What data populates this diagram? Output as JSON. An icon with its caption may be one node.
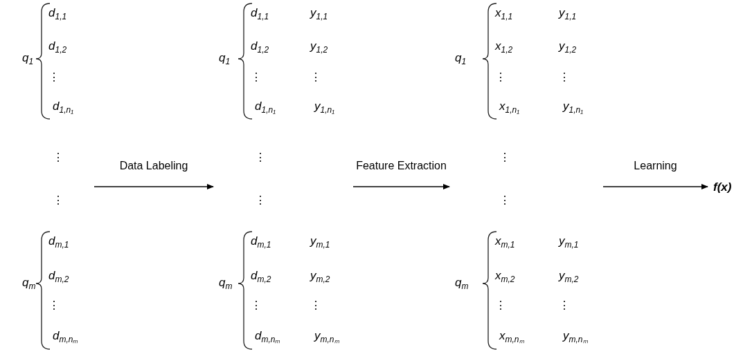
{
  "diagram": {
    "nodes": [
      {
        "text": [
          "q$_{1}$",
          "d$_{1,1}$",
          "d$_{1,2}$",
          "⋮",
          "d$_{1,n₁}$",
          "⋮",
          "⋮",
          "q$_{m}$",
          "d$_{m,1}$",
          "d$_{m,2}$",
          "⋮",
          "d$_{m,nₘ}$"
        ]
      },
      {
        "text": [
          "q$_{1}$",
          "d$_{1,1}$",
          "y$_{1,1}$",
          "d$_{1,2}$",
          "y$_{1,2}$",
          "⋮",
          "⋮",
          "d$_{1,n₁}$",
          "y$_{1,n₁}$",
          "⋮",
          "⋮",
          "q$_{m}$",
          "d$_{m,1}$",
          "y$_{m,1}$",
          "d$_{m,2}$",
          "y$_{m,2}$",
          "⋮",
          "⋮",
          "d$_{m,nₘ}$",
          "y$_{m,nₘ}$"
        ]
      },
      {
        "text": [
          "q$_{1}$",
          "x$_{1,1}$",
          "y$_{1,1}$",
          "x$_{1,2}$",
          "y$_{1,2}$",
          "⋮",
          "⋮",
          "x$_{1,n₁}$",
          "y$_{1,n₁}$",
          "⋮",
          "⋮",
          "q$_{m}$",
          "x$_{m,1}$",
          "y$_{m,1}$",
          "x$_{m,2}$",
          "y$_{m,2}$",
          "⋮",
          "⋮",
          "x$_{m,nₘ}$",
          "y$_{m,nₘ}$"
        ]
      },
      {
        "text": [
          "f(x)"
        ]
      }
    ],
    "edges": [
      {
        "from": 0,
        "to": 1,
        "arrow": "to",
        "label": "Data Labeling"
      },
      {
        "from": 1,
        "to": 2,
        "arrow": "to",
        "label": "Feature Extraction"
      },
      {
        "from": 2,
        "to": 3,
        "arrow": "to",
        "label": "Learning"
      }
    ]
  }
}
